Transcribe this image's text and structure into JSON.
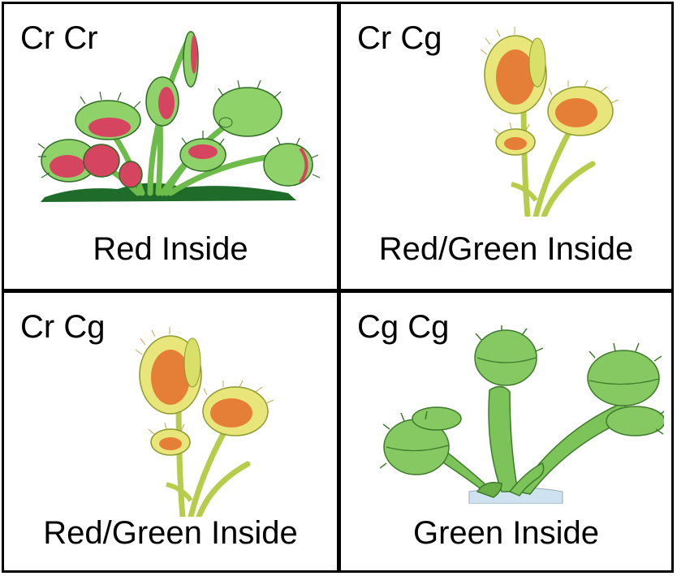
{
  "cells": [
    {
      "genotype": "Cr Cr",
      "phenotype": "Red Inside",
      "plant_icon": "venus-flytrap-red"
    },
    {
      "genotype": "Cr Cg",
      "phenotype": "Red/Green Inside",
      "plant_icon": "venus-flytrap-red-green"
    },
    {
      "genotype": "Cr Cg",
      "phenotype": "Red/Green Inside",
      "plant_icon": "venus-flytrap-red-green"
    },
    {
      "genotype": "Cg Cg",
      "phenotype": "Green Inside",
      "plant_icon": "venus-flytrap-green"
    }
  ],
  "colors": {
    "border": "#000000",
    "leaf_green": "#7cc35a",
    "trap_red": "#d6455f",
    "trap_orange": "#e46b2a",
    "ground": "#1f6b2a"
  }
}
